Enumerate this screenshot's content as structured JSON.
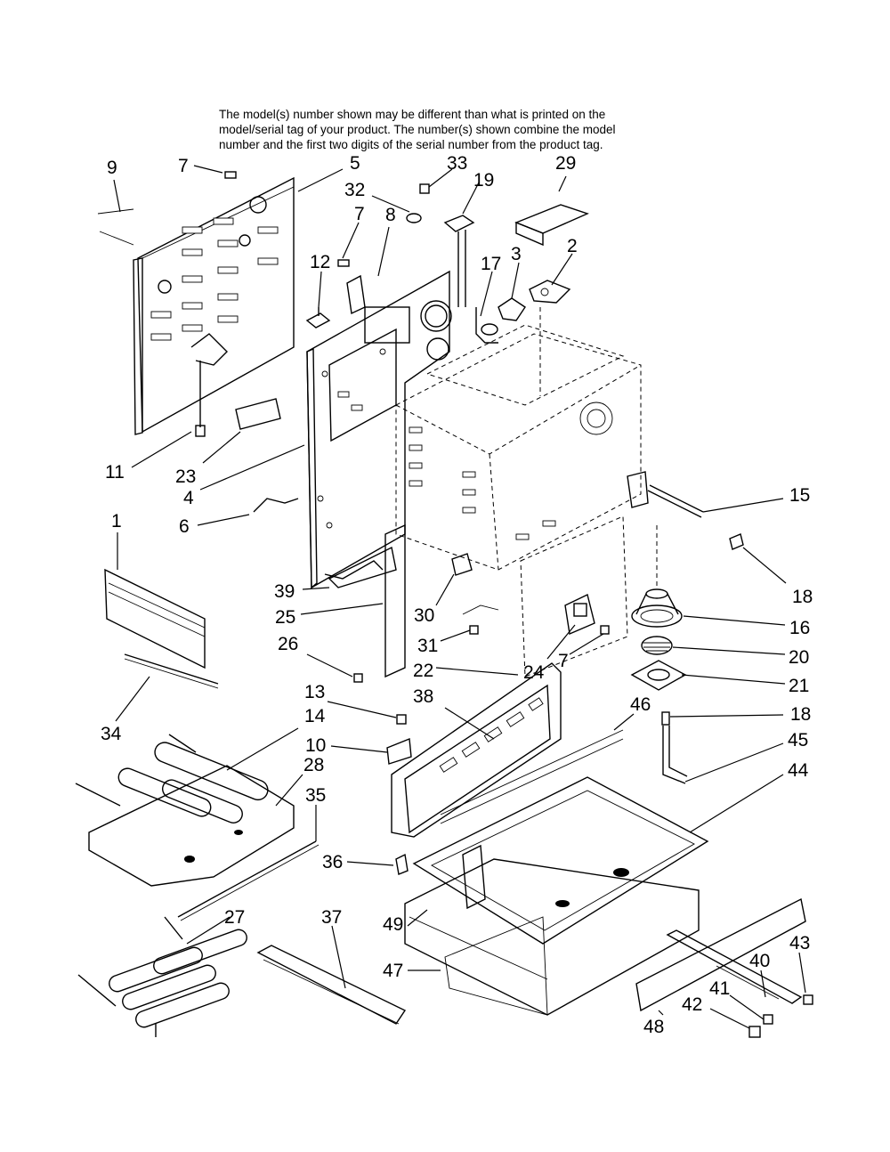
{
  "note": {
    "line1": "The model(s) number shown may be different than what is printed on the",
    "line2": "model/serial tag of your product. The number(s) shown combine the model",
    "line3": "number and the first two digits of the serial number from the product tag."
  },
  "callouts": [
    "9",
    "7",
    "5",
    "33",
    "29",
    "32",
    "19",
    "7",
    "8",
    "12",
    "17",
    "3",
    "2",
    "11",
    "23",
    "4",
    "6",
    "15",
    "18",
    "1",
    "39",
    "25",
    "30",
    "16",
    "26",
    "31",
    "22",
    "24",
    "7",
    "20",
    "21",
    "13",
    "38",
    "18",
    "14",
    "10",
    "46",
    "45",
    "28",
    "35",
    "44",
    "34",
    "36",
    "27",
    "37",
    "49",
    "47",
    "43",
    "40",
    "41",
    "42",
    "48"
  ]
}
